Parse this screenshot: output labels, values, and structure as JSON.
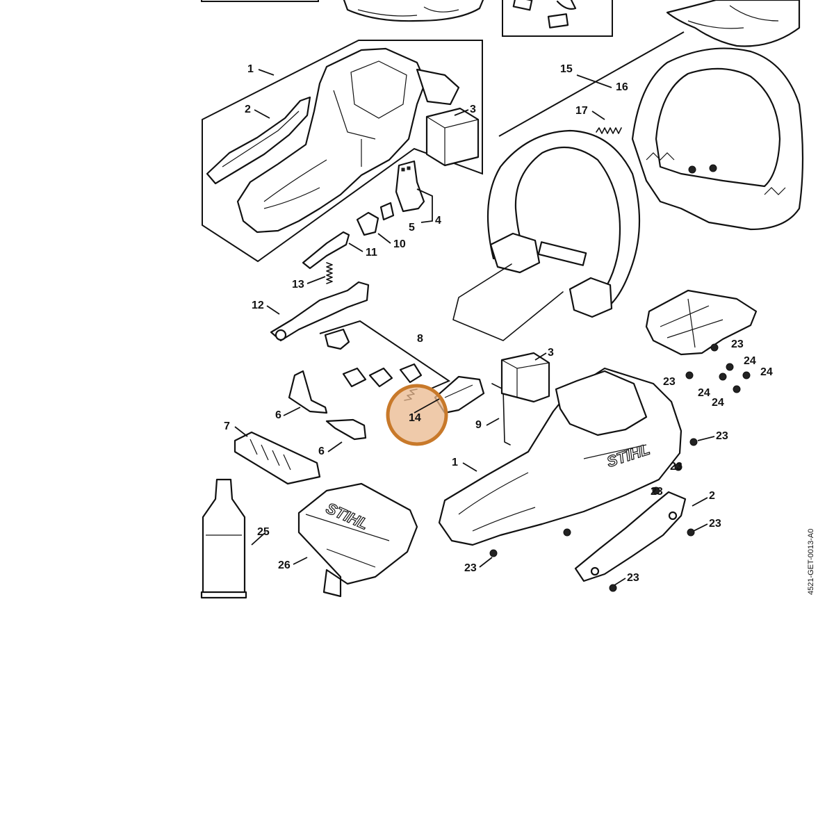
{
  "diagram": {
    "brand_marks": [
      "STIHL",
      "STIHL"
    ],
    "drawing_code": "4521-GET-0013-A0",
    "highlight": {
      "label": "14",
      "color": "#c8792a"
    },
    "callouts": [
      "1",
      "2",
      "3",
      "4",
      "5",
      "10",
      "11",
      "13",
      "12",
      "8",
      "6",
      "6",
      "7",
      "14",
      "9",
      "1",
      "3",
      "2",
      "15",
      "16",
      "17",
      "23",
      "24",
      "24",
      "23",
      "24",
      "24",
      "23",
      "23",
      "23",
      "23",
      "23",
      "23",
      "25",
      "26"
    ]
  }
}
